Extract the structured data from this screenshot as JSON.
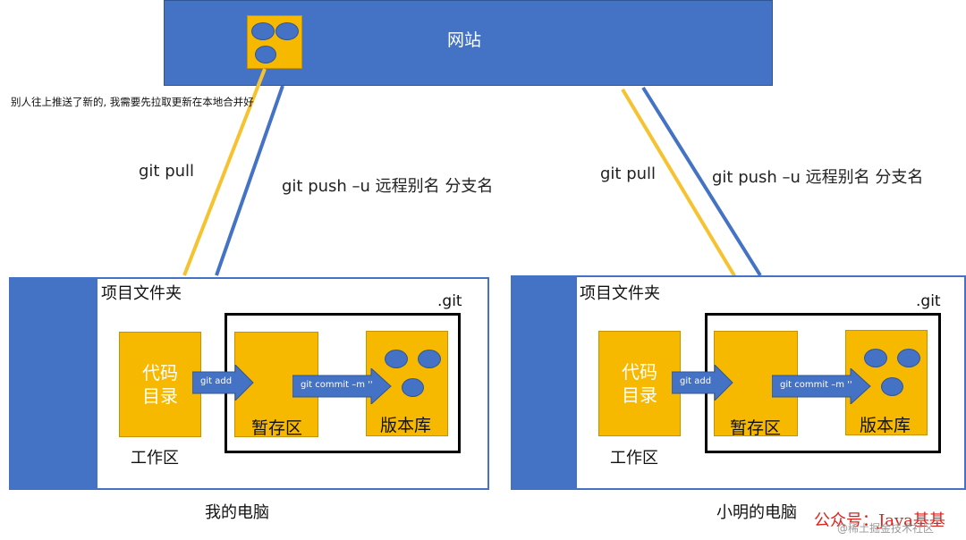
{
  "website": {
    "title": "网站"
  },
  "note": "别人往上推送了新的, 我需要先拉取更新在本地合并好",
  "left": {
    "pull_cmd": "git pull",
    "push_cmd": "git push –u 远程别名 分支名",
    "folder_label": "项目文件夹",
    "git_label": ".git",
    "code_dir_line1": "代码",
    "code_dir_line2": "目录",
    "git_add_label": "git add",
    "git_commit_label": "git  commit –m ''",
    "staging_label": "暂存区",
    "repo_label": "版本库",
    "workspace_label": "工作区",
    "computer_label": "我的电脑"
  },
  "right": {
    "pull_cmd": "git pull",
    "push_cmd": "git push –u 远程别名 分支名",
    "folder_label": "项目文件夹",
    "git_label": ".git",
    "code_dir_line1": "代码",
    "code_dir_line2": "目录",
    "git_add_label": "git add",
    "git_commit_label": "git  commit –m ''",
    "staging_label": "暂存区",
    "repo_label": "版本库",
    "workspace_label": "工作区",
    "computer_label": "小明的电脑"
  },
  "watermark": "公众号：Java基基",
  "watermark_sub": "@稀土掘金技术社区",
  "colors": {
    "blue": "#4472c4",
    "yellow": "#f6b900",
    "black": "#000000",
    "watermark": "#e0201b"
  }
}
